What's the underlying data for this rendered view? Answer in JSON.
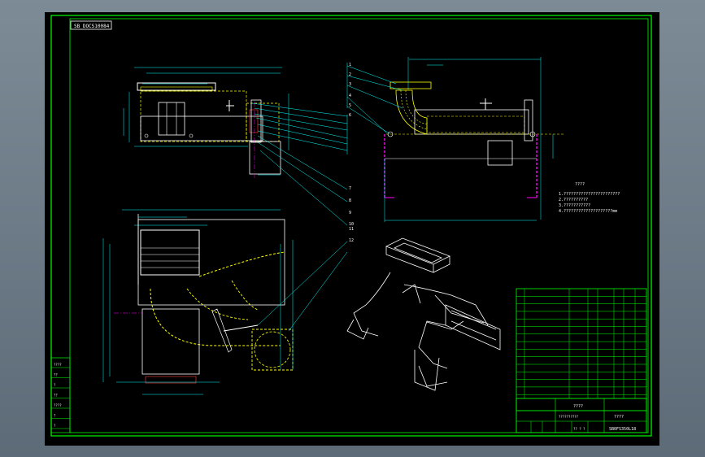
{
  "drawing": {
    "title_tag": "SB DOCS10084",
    "rev_label": "????",
    "notes_title": "????",
    "notes": [
      "1.???????????????????????",
      "2.??????????",
      "3.???????????",
      "4.????????????????????mm"
    ],
    "balloons_main": [
      "7",
      "8",
      "9",
      "10"
    ],
    "balloons_side": [
      "1",
      "2",
      "3",
      "4",
      "5",
      "6"
    ],
    "balloons_plan": [
      "11",
      "12"
    ],
    "left_strip": [
      "????",
      "??",
      "?",
      "??",
      "????",
      "?",
      "?"
    ],
    "title_block": {
      "name": "????",
      "drawing_no": "SB0FS350L18",
      "company": "??????????",
      "sheet": "?? ? ?"
    },
    "colors": {
      "frame": "#00ff00",
      "outline": "#ffffff",
      "hidden": "#ffff00",
      "dimension": "#00ffff",
      "center": "#ff00ff",
      "hatch": "#ff4040"
    }
  }
}
